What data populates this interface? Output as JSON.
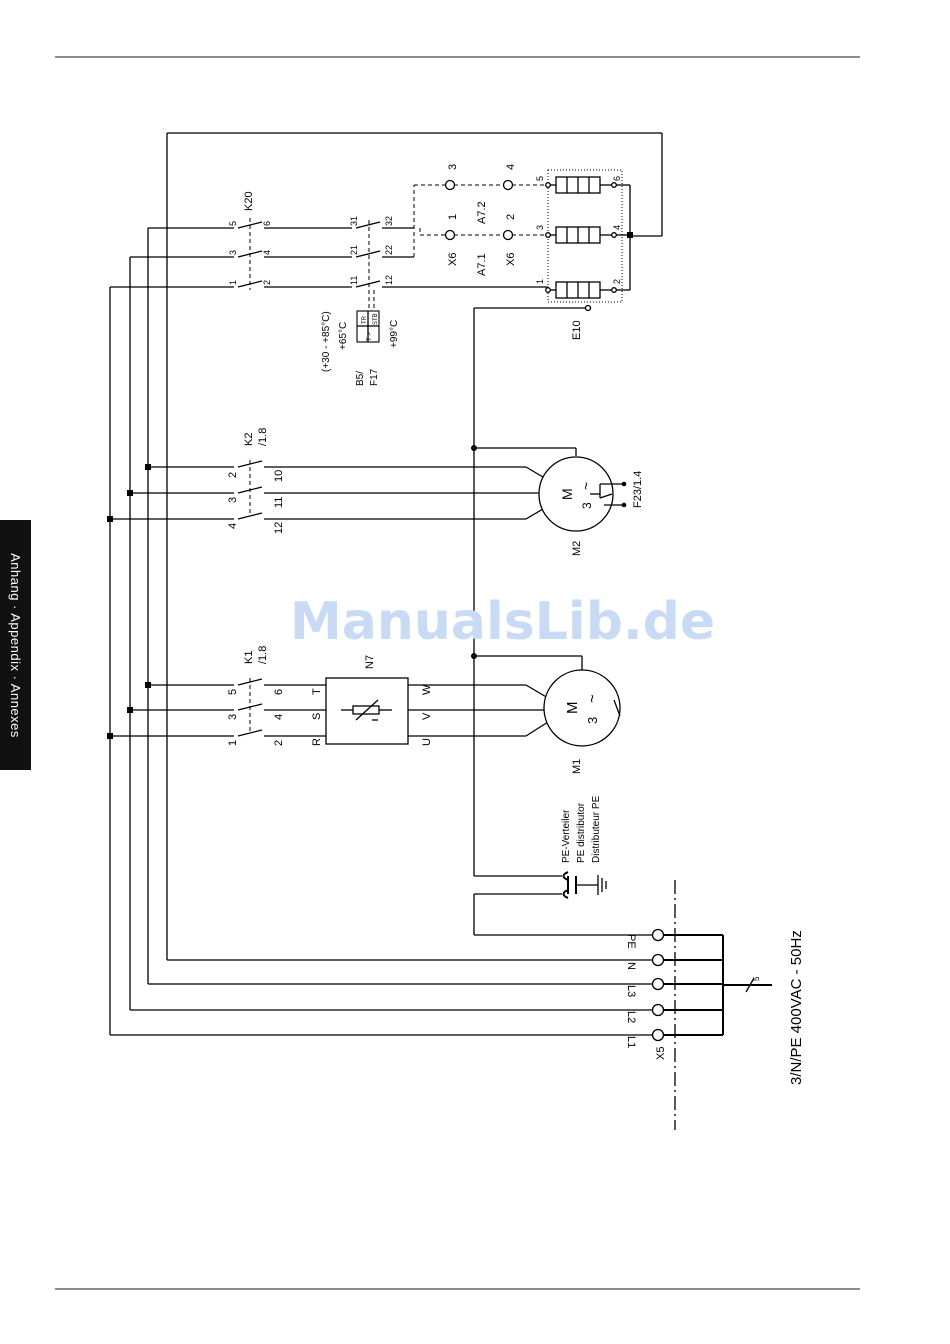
{
  "side_tab": {
    "label": "Anhang · Appendix · Annexes"
  },
  "watermark": {
    "text": "ManualsLib.de"
  },
  "supply": {
    "label": "3/N/PE 400VAC - 50Hz",
    "strand_count": "5",
    "terminal_block": "X5",
    "terminals": [
      "L1",
      "L2",
      "L3",
      "N",
      "PE"
    ]
  },
  "pe_distributor": {
    "lines": [
      "PE-Verteiler",
      "PE distributor",
      "Distributeur PE"
    ]
  },
  "motor_m1": {
    "designation": "M1",
    "symbol_letter": "M",
    "phase_count": "3",
    "tilde": "~",
    "contactor": "K1",
    "contactor_ref": "/1.8",
    "line_pins": [
      "1",
      "3",
      "5"
    ],
    "load_pins": [
      "2",
      "4",
      "6"
    ],
    "converter": "N7",
    "converter_inputs": [
      "R",
      "S",
      "T"
    ],
    "converter_outputs": [
      "U",
      "V",
      "W"
    ]
  },
  "motor_m2": {
    "designation": "M2",
    "symbol_letter": "M",
    "phase_count": "3",
    "tilde": "~",
    "contactor": "K2",
    "contactor_ref": "/1.8",
    "line_pins": [
      "2",
      "3",
      "4"
    ],
    "load_pins": [
      "10",
      "11",
      "12"
    ],
    "thermal_contact_ref": "F23/1.4"
  },
  "heater": {
    "contactor": "K20",
    "k20_line_pins": [
      "1",
      "3",
      "5"
    ],
    "k20_load_pins": [
      "2",
      "4",
      "6"
    ],
    "aux_line_pins": [
      "11",
      "21",
      "31"
    ],
    "aux_load_pins": [
      "12",
      "22",
      "32"
    ],
    "thermostat_designation": "B5/",
    "limiter_designation": "F17",
    "thermostat_box": "TR",
    "limiter_box": "STB",
    "t_symbol": "T >",
    "thermostat_range": "(+30 - +85°C)",
    "thermostat_setpoint": "+65°C",
    "limiter_setpoint": "+99°C",
    "element_designation": "E10",
    "element_pins": [
      "1",
      "2",
      "3",
      "4",
      "5",
      "6"
    ],
    "terminal_x6": "X6",
    "x6_pins": [
      "1",
      "2",
      "3",
      "4"
    ],
    "a71": "A7.1",
    "a72": "A7.2"
  }
}
